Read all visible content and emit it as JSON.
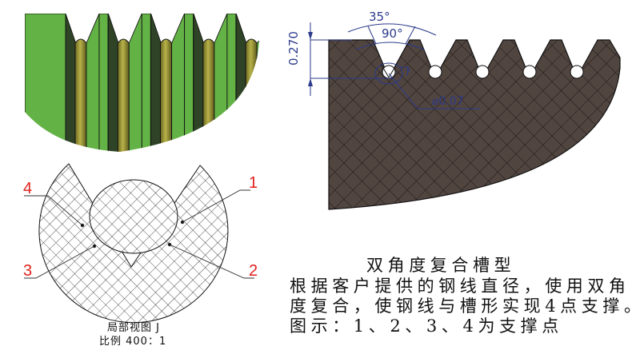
{
  "colors": {
    "green": "#63b245",
    "dark_green": "#2f4426",
    "rod": "#9a9a38",
    "steel": "#514540",
    "dimension": "#2b3a8a",
    "label_red": "#e0201b"
  },
  "dimensions": {
    "angle_outer": "35°",
    "angle_inner": "90°",
    "depth": "0.270",
    "diameter": "⌀0.07",
    "detail_marker": "J"
  },
  "detail": {
    "labels": [
      "1",
      "2",
      "3",
      "4"
    ],
    "caption_line1": "局部视图 J",
    "caption_line2": "比例 400：1"
  },
  "description": {
    "title": "双角度复合槽型",
    "lines": [
      "根据客户提供的钢线直径，使用双角",
      "度复合，使钢线与槽形实现4点支撑。",
      "图示：1、2、3、4为支撑点"
    ]
  }
}
